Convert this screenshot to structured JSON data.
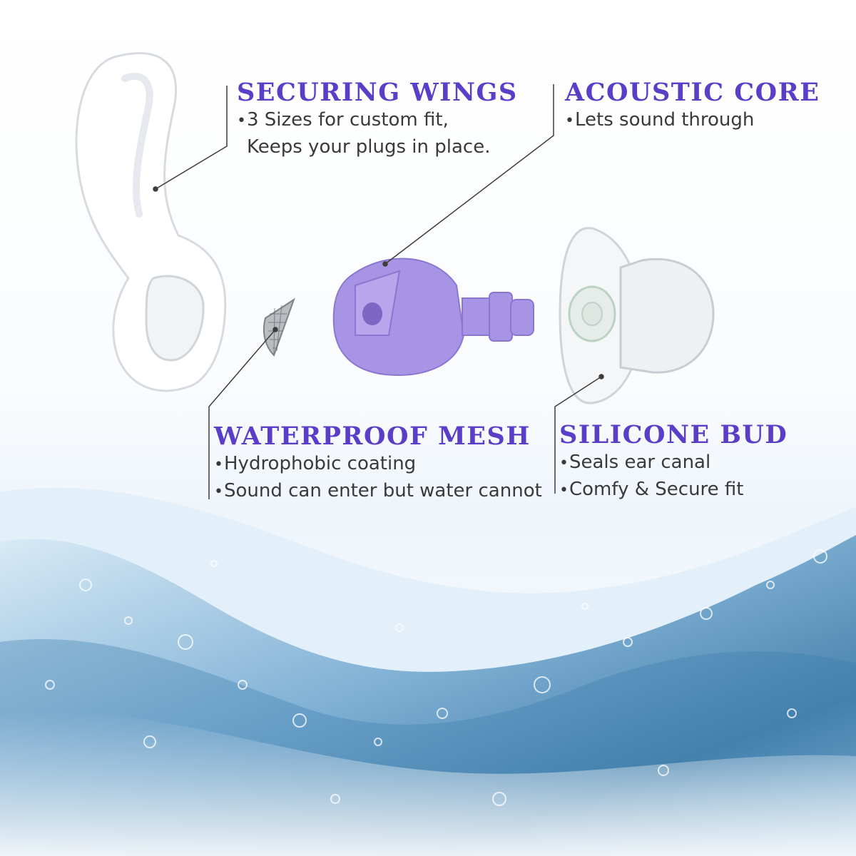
{
  "colors": {
    "heading": "#5a3ec8",
    "body_text": "#3a3a3a",
    "acoustic_core": "#a894e4",
    "water_deep": "#2a6c9e",
    "water_light": "#cfe6f5"
  },
  "icons": [
    "securing-wing-icon",
    "waterproof-mesh-icon",
    "acoustic-core-icon",
    "silicone-bud-icon",
    "water-wave-graphic"
  ],
  "securing_wings": {
    "title": "SECURING WINGS",
    "bullets": [
      "3 Sizes for custom fit,"
    ],
    "continuation": "Keeps your plugs in place."
  },
  "acoustic_core": {
    "title": "ACOUSTIC CORE",
    "bullets": [
      "Lets sound through"
    ]
  },
  "waterproof_mesh": {
    "title": "WATERPROOF MESH",
    "bullets": [
      "Hydrophobic coating",
      "Sound can enter but water cannot"
    ]
  },
  "silicone_bud": {
    "title": "SILICONE BUD",
    "bullets": [
      "Seals ear canal",
      "Comfy & Secure fit"
    ]
  }
}
